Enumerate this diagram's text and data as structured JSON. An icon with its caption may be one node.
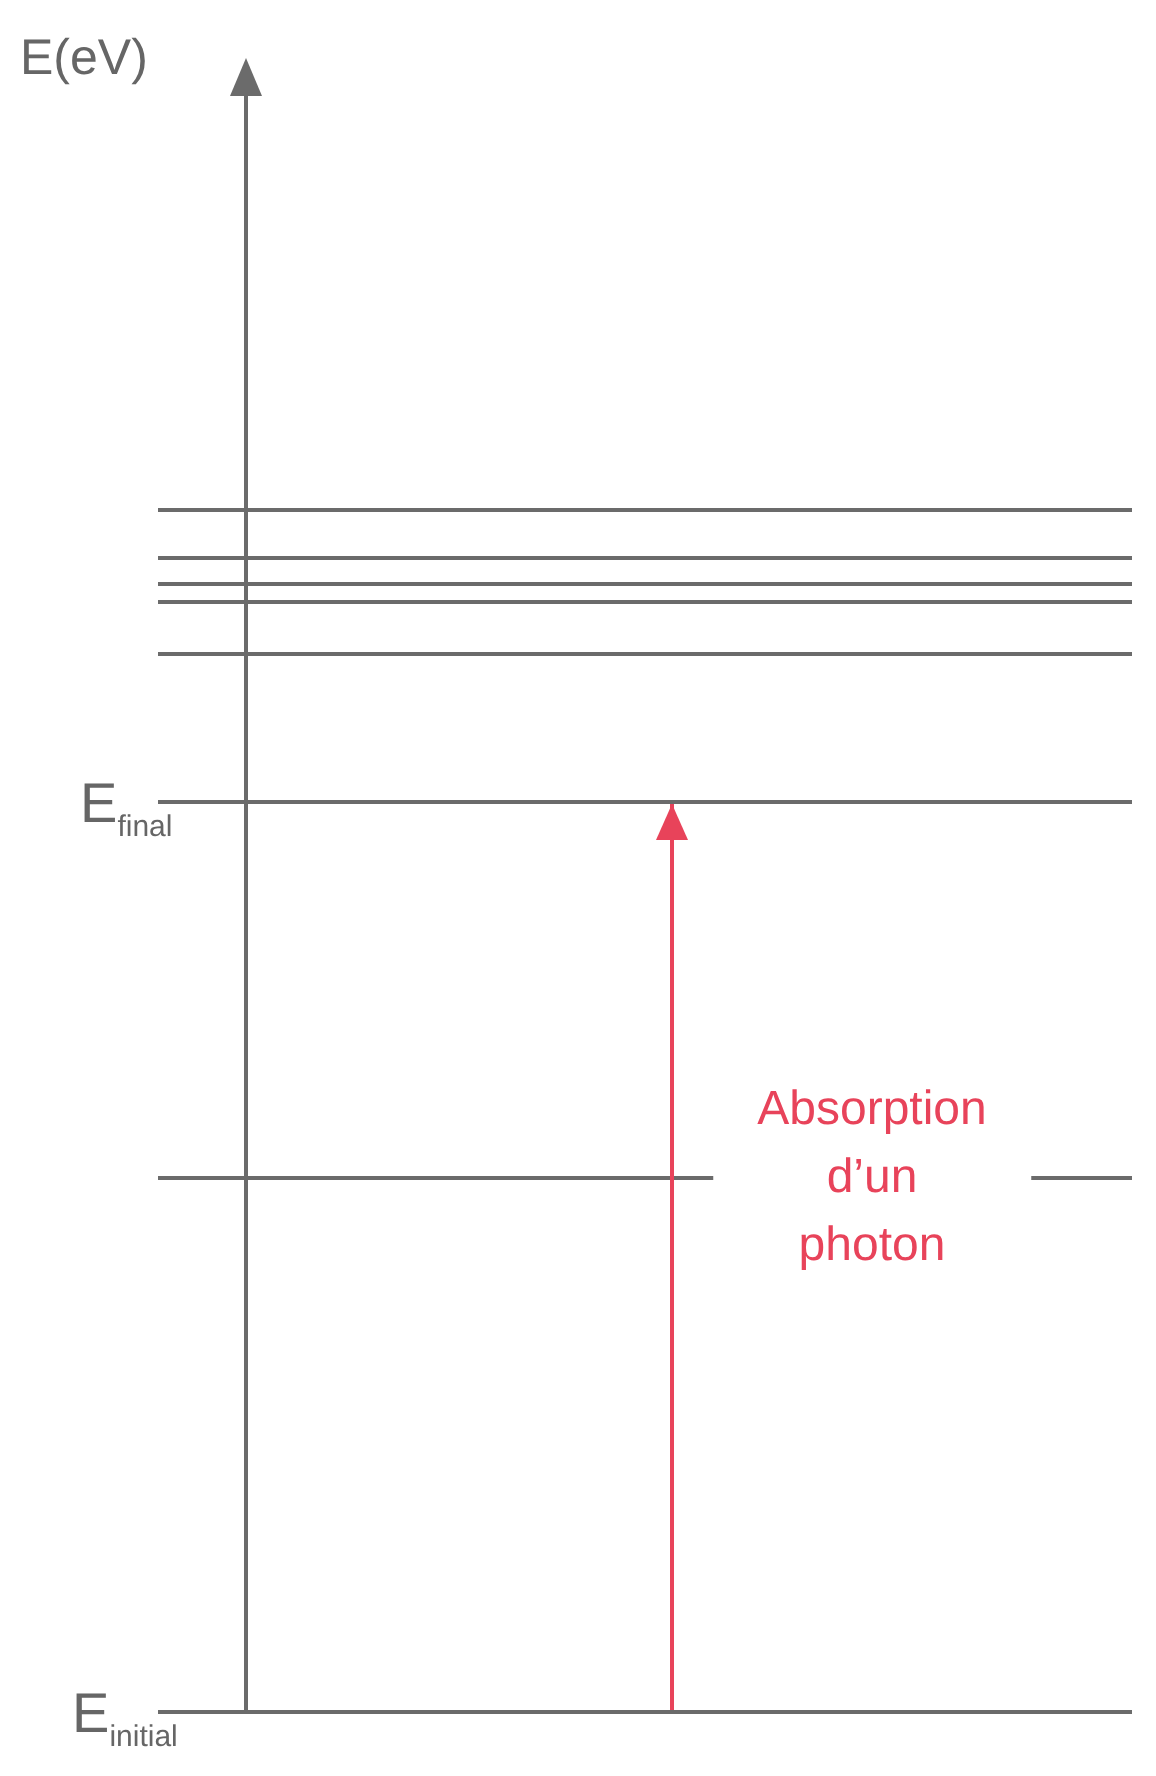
{
  "diagram": {
    "nodes": [
      {
        "text": [],
        "shape": "line"
      },
      {
        "text": [],
        "shape": "line"
      },
      {
        "text": [],
        "shape": "line"
      },
      {
        "text": [],
        "shape": "line"
      },
      {
        "text": [],
        "shape": "line"
      },
      {
        "text": [],
        "shape": "line",
        "beside": [
          "E$_{final}$"
        ]
      },
      {
        "text": [],
        "shape": "line"
      },
      {
        "text": [],
        "shape": "line",
        "beside": [
          "E$_{initial}$"
        ]
      }
    ],
    "edges": [
      {
        "from": 7,
        "to": 5,
        "arrow": "to",
        "label": "Absorption d’un photon",
        "color": "#e8435a"
      }
    ],
    "labels": [
      "E(eV)"
    ]
  }
}
